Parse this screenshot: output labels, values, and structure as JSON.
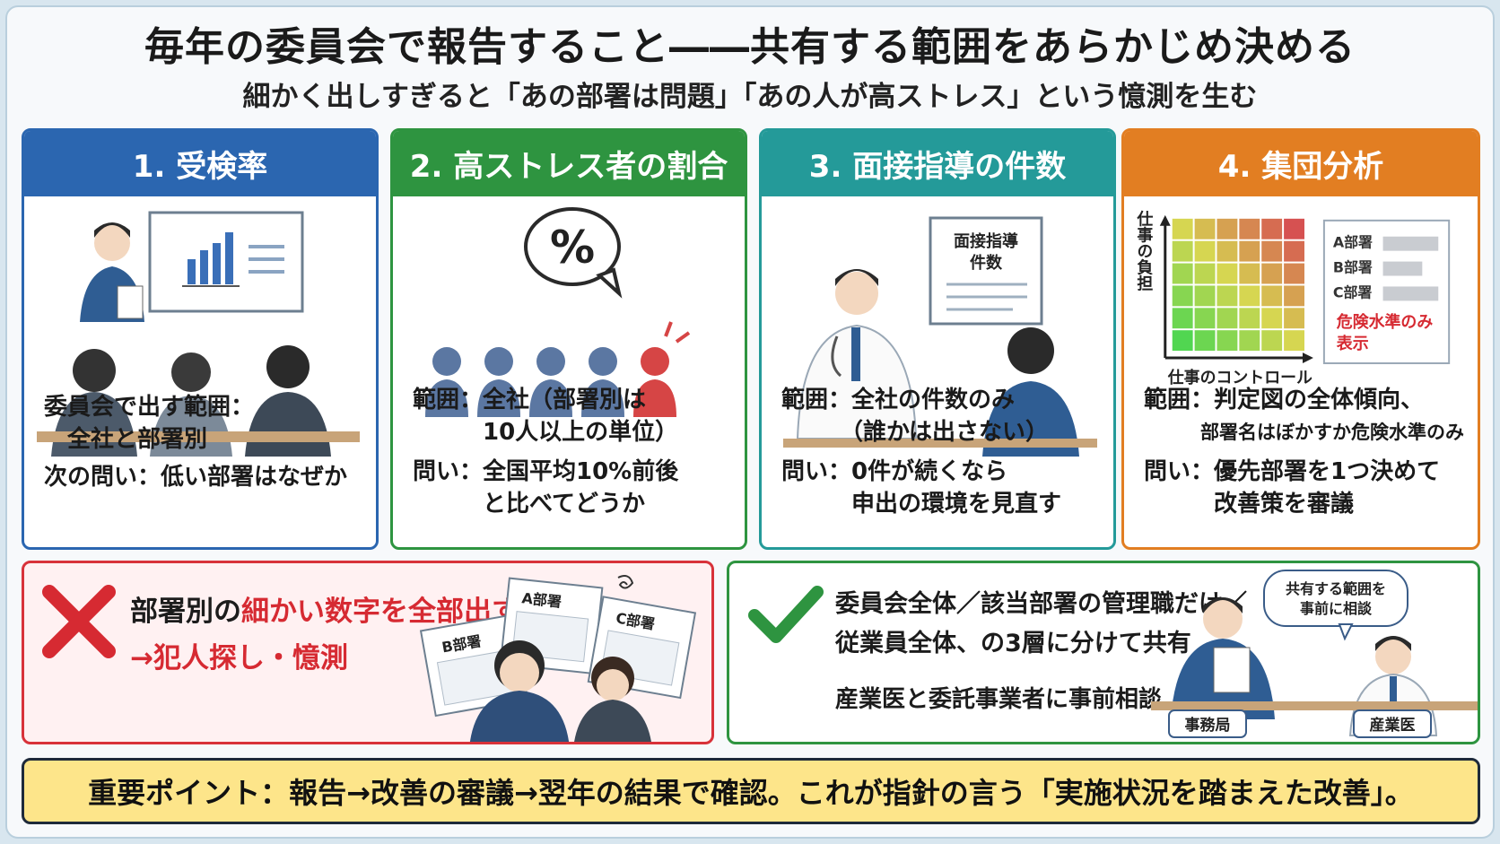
{
  "title": "毎年の委員会で報告すること――共有する範囲をあらかじめ決める",
  "subtitle": "細かく出しすぎると「あの部署は問題」「あの人が高ストレス」という憶測を生む",
  "cards": [
    {
      "heading": "1. 受検率",
      "lines": [
        "委員会で出す範囲：",
        "　全社と部署別",
        "次の問い：低い部署はなぜか"
      ]
    },
    {
      "heading": "2. 高ストレス者の割合",
      "symbol": "%",
      "lines": [
        "範囲：全社（部署別は",
        "　　　10人以上の単位）",
        "問い：全国平均10%前後",
        "　　　と比べてどうか"
      ]
    },
    {
      "heading": "3. 面接指導の件数",
      "doc_label_1": "面接指導",
      "doc_label_2": "件数",
      "lines": [
        "範囲：全社の件数のみ",
        "　　　（誰かは出さない）",
        "問い：0件が続くなら",
        "　　　申出の環境を見直す"
      ]
    },
    {
      "heading": "4. 集団分析",
      "y_axis": "仕事の負担",
      "x_axis": "仕事のコントロール",
      "legend": [
        "A部署",
        "B部署",
        "C部署"
      ],
      "legend_note_1": "危険水準のみ",
      "legend_note_2": "表示",
      "lines": [
        "範囲：判定図の全体傾向、",
        "　　　部署名はぼかすか危険水準のみ",
        "問い：優先部署を1つ決めて",
        "　　　改善策を審議"
      ]
    }
  ],
  "bad": {
    "line1_prefix": "部署別の",
    "line1_red": "細かい数字を全部出す",
    "line2": "→犯人探し・憶測",
    "doc_labels": [
      "A部署",
      "B部署",
      "C部署"
    ]
  },
  "good": {
    "line1": "委員会全体／該当部署の管理職だけ／",
    "line2": "従業員全体、の3層に分けて共有",
    "line3": "産業医と委託事業者に事前相談",
    "bubble_1": "共有する範囲を",
    "bubble_2": "事前に相談",
    "tag_left": "事務局",
    "tag_right": "産業医"
  },
  "point": "重要ポイント：報告→改善の審議→翌年の結果で確認。これが指針の言う「実施状況を踏まえた改善」。",
  "colors": {
    "blue": "#2b66b0",
    "green": "#2e9440",
    "teal": "#249a99",
    "orange": "#e27e22",
    "red": "#d62a32",
    "highlight": "#fde58a"
  }
}
